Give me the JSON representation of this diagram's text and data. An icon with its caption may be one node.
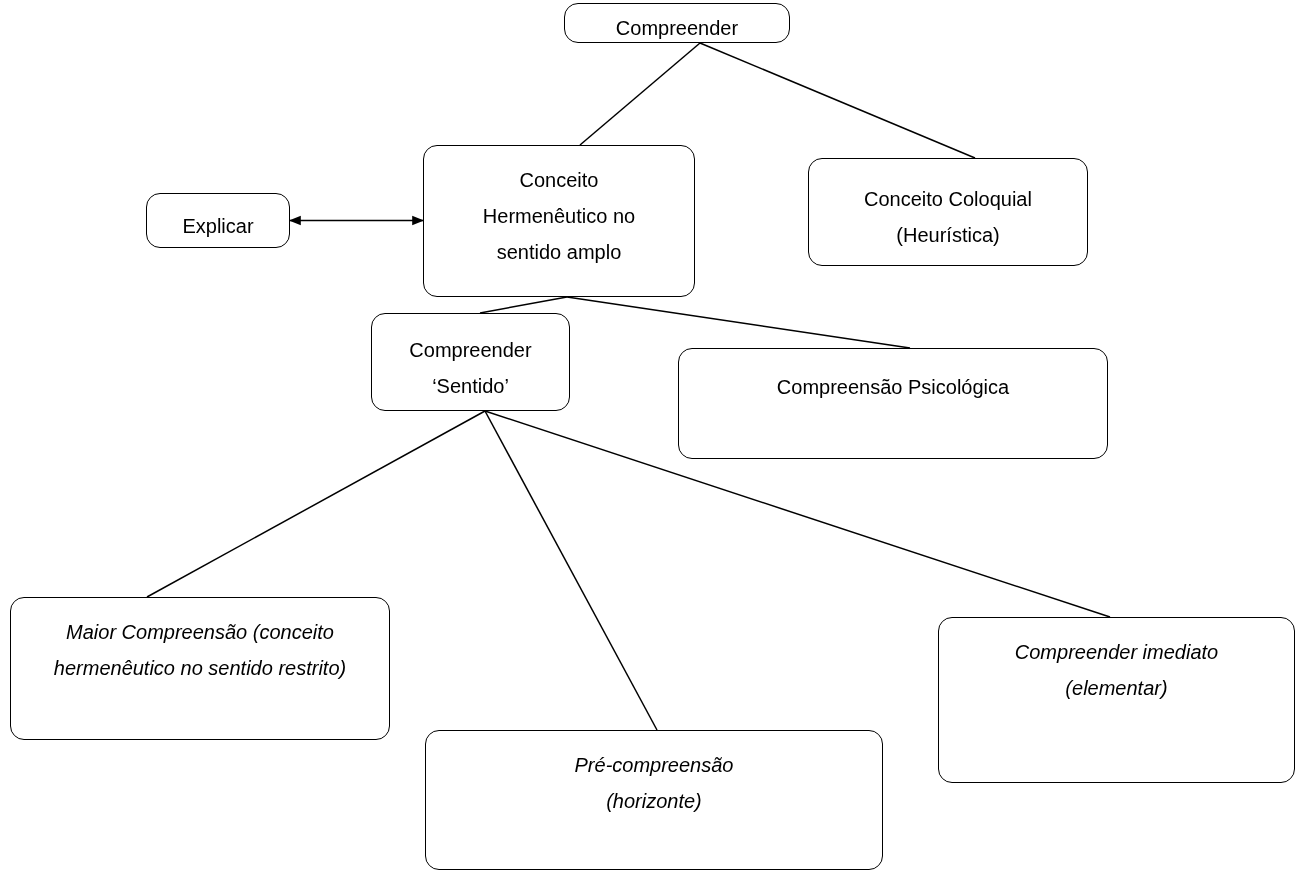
{
  "diagram": {
    "nodes": [
      {
        "text": [
          "Compreender"
        ]
      },
      {
        "text": [
          "Explicar"
        ]
      },
      {
        "text": [
          "Conceito Hermenêutico no sentido amplo"
        ]
      },
      {
        "text": [
          "Conceito Coloquial (Heurística)"
        ]
      },
      {
        "text": [
          "Compreender ‘Sentido’"
        ]
      },
      {
        "text": [
          "Compreensão Psicológica"
        ]
      },
      {
        "text": [
          "Maior Compreensão (conceito hermenêutico no sentido restrito)"
        ]
      },
      {
        "text": [
          "Pré-compreensão (horizonte)"
        ]
      },
      {
        "text": [
          "Compreender imediato (elementar)"
        ]
      }
    ],
    "edges": [
      {
        "from": 0,
        "to": 2,
        "arrow": "none"
      },
      {
        "from": 0,
        "to": 3,
        "arrow": "none"
      },
      {
        "from": 1,
        "to": 2,
        "arrow": "both"
      },
      {
        "from": 2,
        "to": 4,
        "arrow": "none"
      },
      {
        "from": 2,
        "to": 5,
        "arrow": "none"
      },
      {
        "from": 4,
        "to": 6,
        "arrow": "none"
      },
      {
        "from": 4,
        "to": 7,
        "arrow": "none"
      },
      {
        "from": 4,
        "to": 8,
        "arrow": "none"
      }
    ]
  }
}
